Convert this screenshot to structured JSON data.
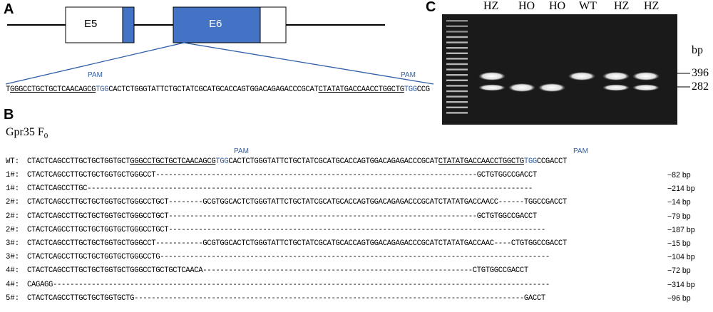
{
  "panelA": {
    "letter": "A",
    "exon5": "E5",
    "exon6": "E6",
    "pam_left": "PAM",
    "pam_right": "PAM",
    "seq": {
      "p1": "T",
      "p2": "GGGCCTGCTGCTCAACAGCG",
      "p3": "TGG",
      "p4": "CACTCTGGGTATTCTGCTATCGCATGCACCAGTGGACAGAGACCCGCAT",
      "p5": "CTATATGACCAACCTGGCTG",
      "p6": "TGG",
      "p7": "CCG"
    },
    "colors": {
      "exon_fill": "#4472c4",
      "line": "#2f5fa7"
    }
  },
  "panelB": {
    "letter": "B",
    "title": "Gpr35 F",
    "title_sub": "0",
    "pam_left": "PAM",
    "pam_right": "PAM",
    "wt": {
      "label": "WT:",
      "p1": "CTACTCAGCCTTGCTGCTGGTGCT",
      "p2": "GGGCCTGCTGCTCAACAGCG",
      "p3": "TGG",
      "p4": "CACTCTGGGTATTCTGCTATCGCATGCACCAGTGGACAGAGACCCGCAT",
      "p5": "CTATATGACCAACCTGGCTG",
      "p6": "TGG",
      "p7": "CCGACCT"
    },
    "rows": [
      {
        "label": "1#:",
        "seq": "CTACTCAGCCTTGCTGCTGGTGCTGGGCCT---------------------------------------------------------------------------GCTGTGGCCGACCT",
        "bp": "−82 bp"
      },
      {
        "label": "1#:",
        "seq": "CTACTCAGCCTTGC--------------------------------------------------------------------------------------------------------",
        "bp": "−214 bp"
      },
      {
        "label": "2#:",
        "seq": "CTACTCAGCCTTGCTGCTGGTGCTGGGCCTGCT--------GCGTGGCACTCTGGGTATTCTGCTATCGCATGCACCAGTGGACAGAGACCCGCATCTATATGACCAACC------TGGCCGACCT",
        "bp": "−14 bp"
      },
      {
        "label": "2#:",
        "seq": "CTACTCAGCCTTGCTGCTGGTGCTGGGCCTGCT------------------------------------------------------------------------GCTGTGGCCGACCT",
        "bp": "−79 bp"
      },
      {
        "label": "2#:",
        "seq": "CTACTCAGCCTTGCTGCTGGTGCTGGGCCTGCT----------------------------------------------------------------------------------------",
        "bp": "−187 bp"
      },
      {
        "label": "3#:",
        "seq": "CTACTCAGCCTTGCTGCTGGTGCTGGGCCT-----------GCGTGGCACTCTGGGTATTCTGCTATCGCATGCACCAGTGGACAGAGACCCGCATCTATATGACCAAC----CTGTGGCCGACCT",
        "bp": "−15 bp"
      },
      {
        "label": "3#:",
        "seq": "CTACTCAGCCTTGCTGCTGGTGCTGGGCCTG-------------------------------------------------------------------------------------------",
        "bp": "−104 bp"
      },
      {
        "label": "4#:",
        "seq": "CTACTCAGCCTTGCTGCTGGTGCTGGGCCTGCTGCTCAACA---------------------------------------------------------------CTGTGGCCGACCT",
        "bp": "−72 bp"
      },
      {
        "label": "4#:",
        "seq": "CAGAGG--------------------------------------------------------------------------------------------------------------------",
        "bp": "−314 bp"
      },
      {
        "label": "5#:",
        "seq": "CTACTCAGCCTTGCTGCTGGTGCTG-------------------------------------------------------------------------------------------GACCT",
        "bp": "−96 bp"
      }
    ]
  },
  "panelC": {
    "letter": "C",
    "lanes": [
      "HZ",
      "HO",
      "HO",
      "WT",
      "HZ",
      "HZ"
    ],
    "unit": "bp",
    "marker_high": "396",
    "marker_low": "282",
    "genotypes": [
      {
        "lane": "HZ",
        "upper": true,
        "lower": true
      },
      {
        "lane": "HO",
        "upper": false,
        "lower": true
      },
      {
        "lane": "HO",
        "upper": false,
        "lower": true
      },
      {
        "lane": "WT",
        "upper": true,
        "lower": false
      },
      {
        "lane": "HZ",
        "upper": true,
        "lower": true
      },
      {
        "lane": "HZ",
        "upper": true,
        "lower": true
      }
    ]
  }
}
